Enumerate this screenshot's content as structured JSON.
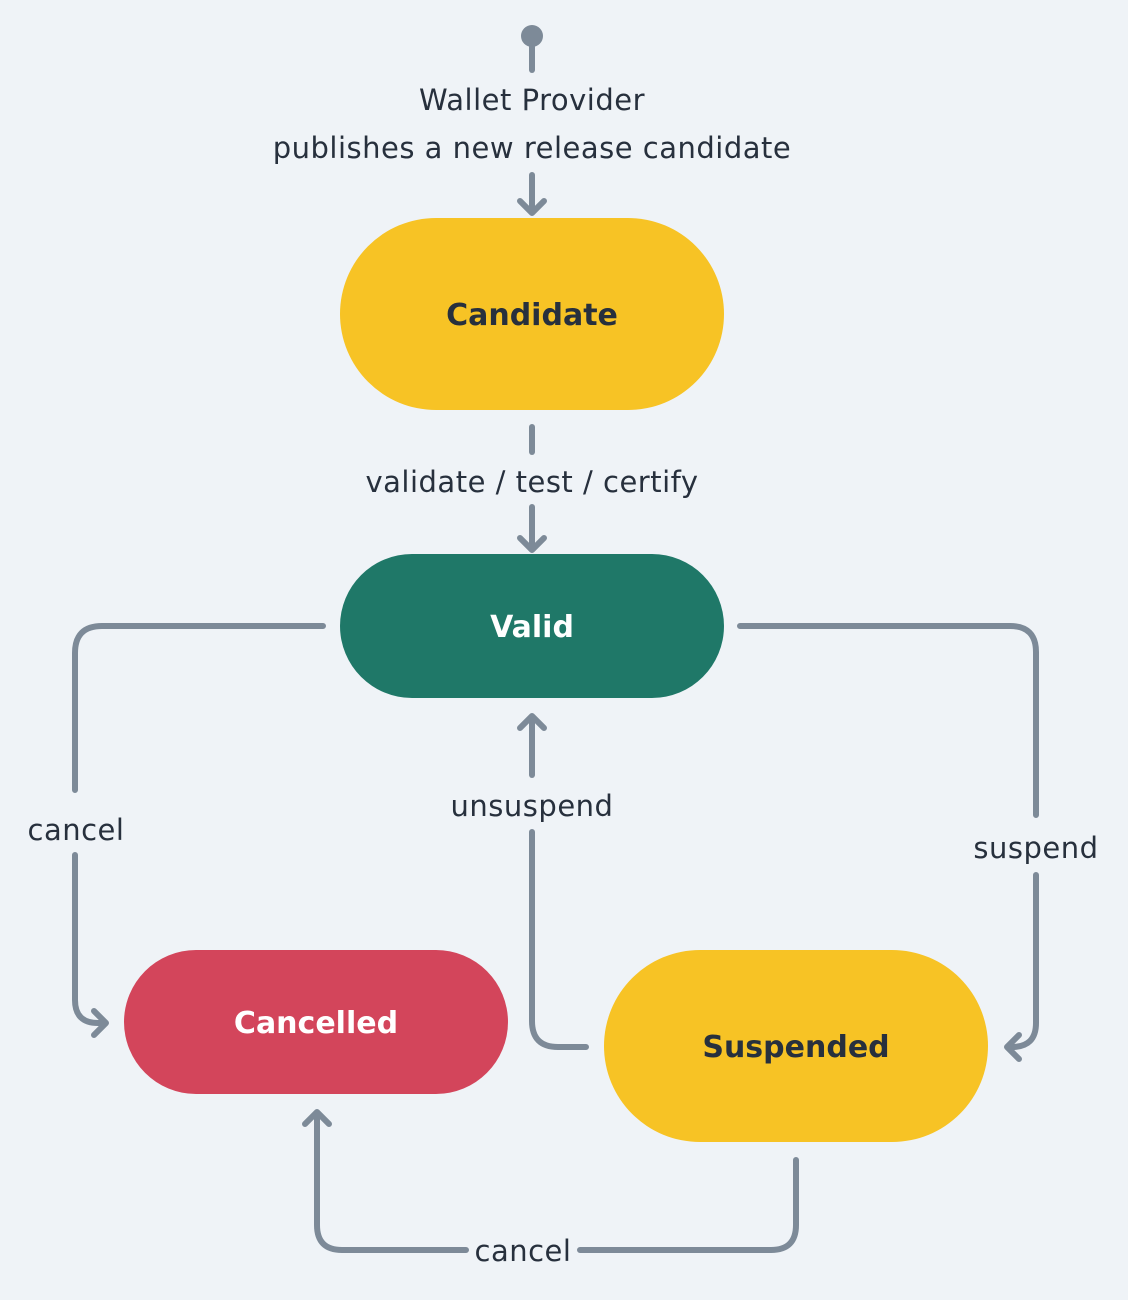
{
  "colors": {
    "background": "#eff3f7",
    "edge": "#7d8a98",
    "candidate": "#f7c325",
    "valid": "#1f7868",
    "cancelled": "#d3455b",
    "suspended": "#f7c325",
    "dark_text": "#27303d",
    "light_text": "#ffffff"
  },
  "start": {
    "line1": "Wallet Provider",
    "line2": "publishes a new release candidate"
  },
  "nodes": {
    "candidate": "Candidate",
    "valid": "Valid",
    "cancelled": "Cancelled",
    "suspended": "Suspended"
  },
  "edges": {
    "validate": "validate / test / certify",
    "cancel_from_valid": "cancel",
    "unsuspend": "unsuspend",
    "suspend": "suspend",
    "cancel_from_suspended": "cancel"
  }
}
